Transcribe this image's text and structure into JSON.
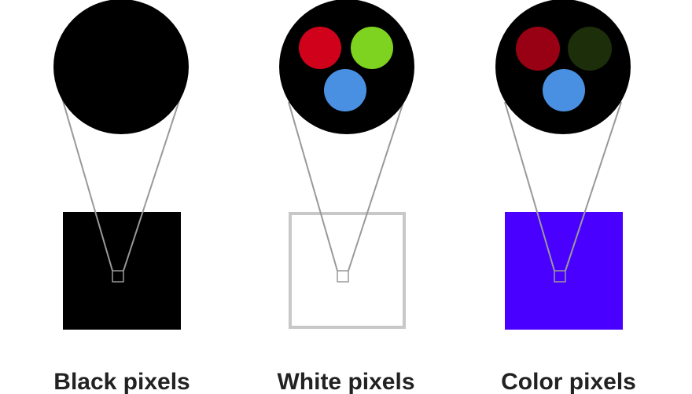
{
  "panels": [
    {
      "id": "black",
      "label": "Black pixels",
      "swatch_fill": "#000000",
      "swatch_border": "none",
      "lens_fill": "#000000",
      "subpixels": [
        {
          "name": "red-subpixel",
          "color": "#000000"
        },
        {
          "name": "green-subpixel",
          "color": "#000000"
        },
        {
          "name": "blue-subpixel",
          "color": "#000000"
        }
      ]
    },
    {
      "id": "white",
      "label": "White pixels",
      "swatch_fill": "#ffffff",
      "swatch_border": "#c8c8c8",
      "lens_fill": "#000000",
      "subpixels": [
        {
          "name": "red-subpixel",
          "color": "#d0021b"
        },
        {
          "name": "green-subpixel",
          "color": "#7ed321"
        },
        {
          "name": "blue-subpixel",
          "color": "#4a90e2"
        }
      ]
    },
    {
      "id": "color",
      "label": "Color pixels",
      "swatch_fill": "#4a00ff",
      "swatch_border": "none",
      "lens_fill": "#000000",
      "subpixels": [
        {
          "name": "red-subpixel",
          "color": "#980014"
        },
        {
          "name": "green-subpixel",
          "color": "#1c2e0a"
        },
        {
          "name": "blue-subpixel",
          "color": "#4a90e2"
        }
      ]
    }
  ],
  "colors": {
    "connector_line": "#999999",
    "pixel_marker": "#999999",
    "caption_text": "#222222"
  }
}
